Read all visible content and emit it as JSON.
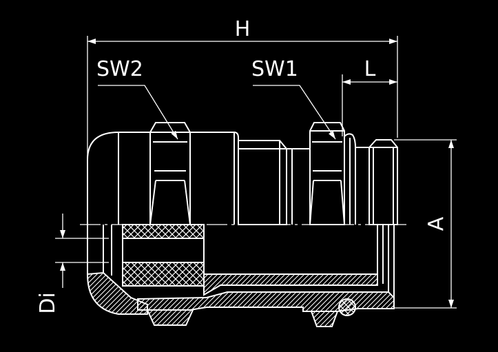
{
  "diagram": {
    "labels": {
      "h": "H",
      "sw2": "SW2",
      "sw1": "SW1",
      "l": "L",
      "a": "A",
      "di": "Di"
    },
    "colors": {
      "background": "#000000",
      "line": "#ffffff"
    }
  }
}
